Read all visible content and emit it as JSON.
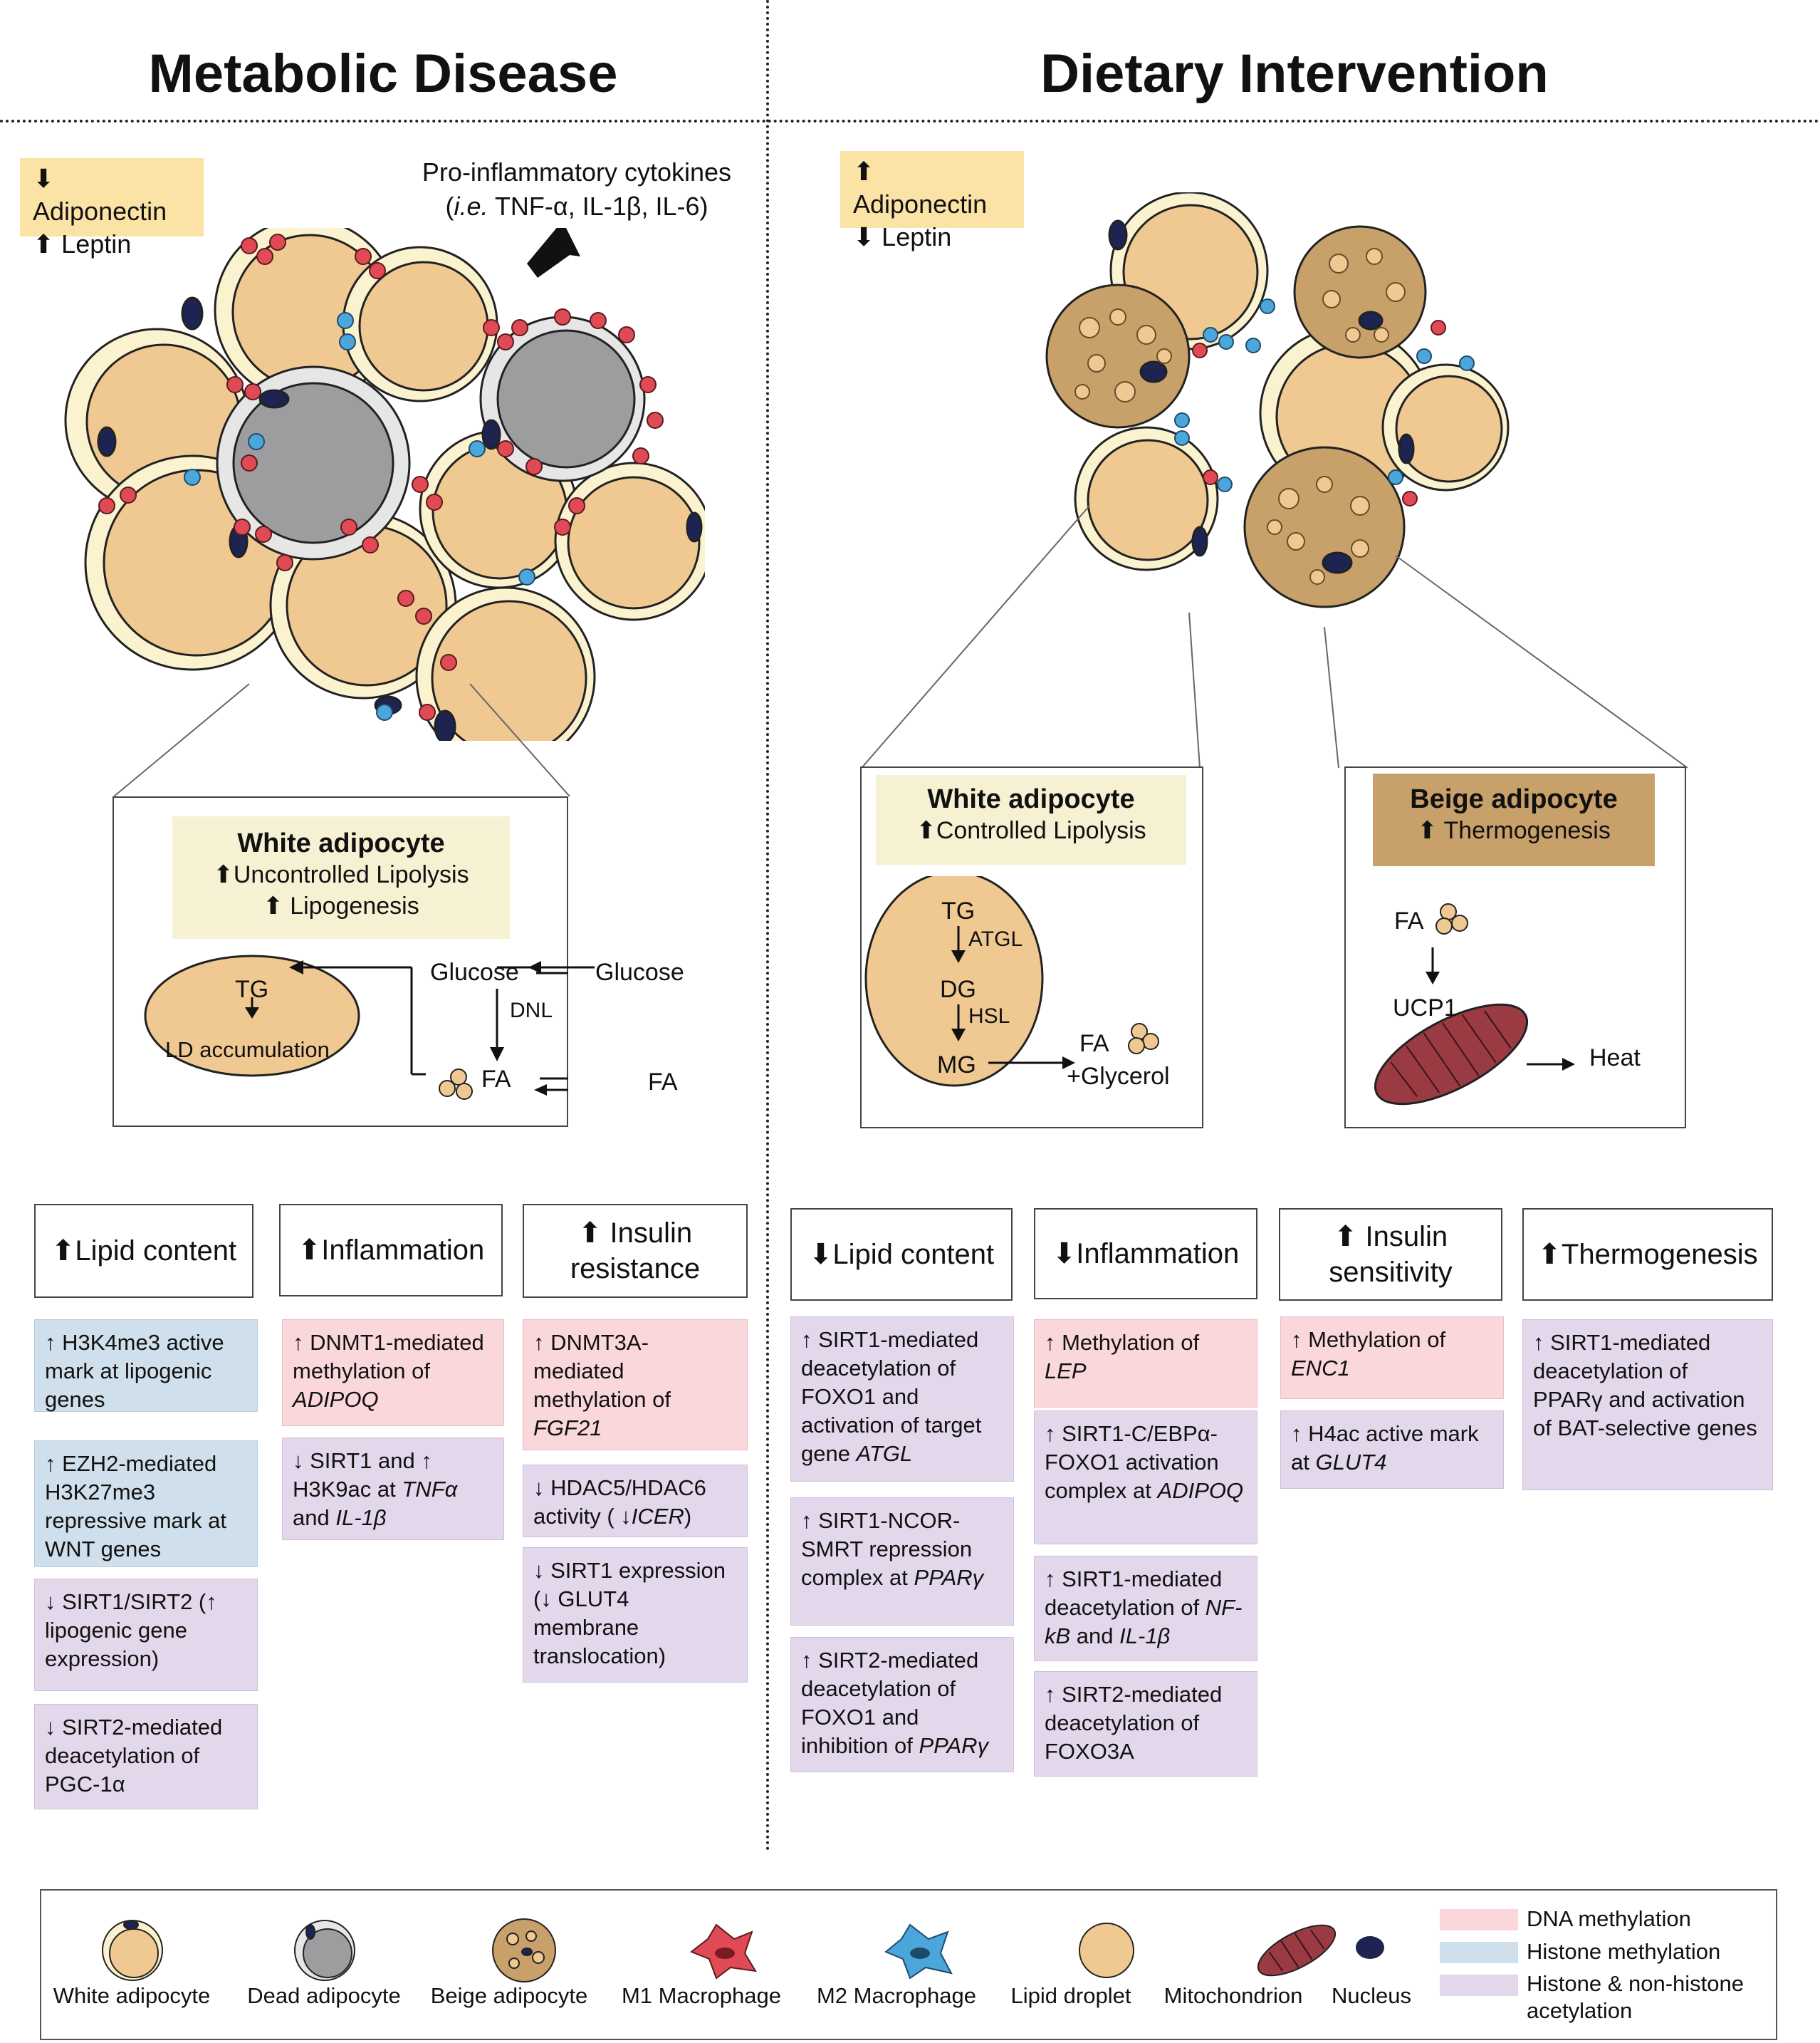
{
  "left": {
    "title": "Metabolic Disease",
    "hormones": [
      "Adiponectin",
      "Leptin"
    ],
    "cytokines_line1": "Pro-inflammatory cytokines",
    "cytokines_line2_prefix": "i.e.",
    "cytokines_line2": " TNF-α, IL-1β, IL-6)",
    "cytokines_open": "(",
    "inset": {
      "title": "White adipocyte",
      "lines": [
        "Uncontrolled Lipolysis",
        "Lipogenesis"
      ],
      "tg": "TG",
      "ld": "LD accumulation",
      "glucose_in": "Glucose",
      "glucose_out": "Glucose",
      "dnl": "DNL",
      "fa_in": "FA",
      "fa_out": "FA"
    },
    "headers": [
      "Lipid content",
      "Inflammation",
      "Insulin resistance"
    ],
    "col1": [
      {
        "t1": "↑ H3K4me3 active mark at lipogenic genes"
      },
      {
        "t1": "↑ EZH2-mediated H3K27me3 repressive mark at WNT genes"
      },
      {
        "t1": "↓ SIRT1/SIRT2 (↑ lipogenic gene expression)"
      },
      {
        "t1": "↓ SIRT2-mediated deacetylation of PGC-1α"
      }
    ],
    "col2": [
      {
        "t1": "↑ DNMT1-mediated methylation of ",
        "i1": "ADIPOQ"
      },
      {
        "t1": "↓ SIRT1 and ↑ H3K9ac at ",
        "i1": "TNFα",
        "t2": " and ",
        "i2": "IL-1β"
      }
    ],
    "col3": [
      {
        "t1": "↑ DNMT3A-mediated methylation of ",
        "i1": "FGF21"
      },
      {
        "t1": "↓ HDAC5/HDAC6 activity ( ↓",
        "i1": "ICER",
        "t2": ")"
      },
      {
        "t1": "↓ SIRT1 expression (↓ GLUT4 membrane translocation)"
      }
    ]
  },
  "right": {
    "title": "Dietary Intervention",
    "hormones": [
      "Adiponectin",
      "Leptin"
    ],
    "white": {
      "title": "White adipocyte",
      "line": "Controlled Lipolysis",
      "tg": "TG",
      "atgl": "ATGL",
      "dg": "DG",
      "hsl": "HSL",
      "mg": "MG",
      "fa": "FA",
      "glycerol": "+Glycerol"
    },
    "beige": {
      "title": "Beige adipocyte",
      "line": "Thermogenesis",
      "fa": "FA",
      "ucp1": "UCP1",
      "heat": "Heat"
    },
    "headers": [
      "Lipid content",
      "Inflammation",
      "Insulin sensitivity",
      "Thermogenesis"
    ],
    "col1": [
      {
        "t1": "↑ SIRT1-mediated deacetylation of FOXO1 and activation of target gene ",
        "i1": "ATGL"
      },
      {
        "t1": "↑ SIRT1-NCOR-SMRT repression complex at ",
        "i1": "PPARγ"
      },
      {
        "t1": "↑ SIRT2-mediated deacetylation of FOXO1 and inhibition of ",
        "i1": "PPARγ"
      }
    ],
    "col2": [
      {
        "t1": "↑ Methylation of ",
        "i1": "LEP"
      },
      {
        "t1": "↑ SIRT1-C/EBPα-FOXO1 activation complex at ",
        "i1": "ADIPOQ"
      },
      {
        "t1": "↑ SIRT1-mediated deacetylation of ",
        "i1": "NF-kB",
        "t2": " and ",
        "i2": "IL-1β"
      },
      {
        "t1": "↑ SIRT2-mediated deacetylation of FOXO3A"
      }
    ],
    "col3": [
      {
        "t1": "↑ Methylation of ",
        "i1": "ENC1"
      },
      {
        "t1": "↑ H4ac active mark at ",
        "i1": "GLUT4"
      }
    ],
    "col4": [
      {
        "t1": "↑ SIRT1-mediated deacetylation of PPARγ and activation of BAT-selective genes"
      }
    ]
  },
  "legend": {
    "items": [
      "White adipocyte",
      "Dead adipocyte",
      "Beige adipocyte",
      "M1 Macrophage",
      "M2 Macrophage",
      "Lipid droplet",
      "Mitochondrion",
      "Nucleus"
    ],
    "keys": [
      "DNA methylation",
      "Histone methylation",
      "Histone & non-histone acetylation"
    ],
    "colors": {
      "pink": "#fad7da",
      "blue": "#cfe0ec",
      "purple": "#e3d7ec",
      "yellow": "#fbe3a5",
      "lipid": "#efc991",
      "beige": "#c8a06a"
    }
  }
}
